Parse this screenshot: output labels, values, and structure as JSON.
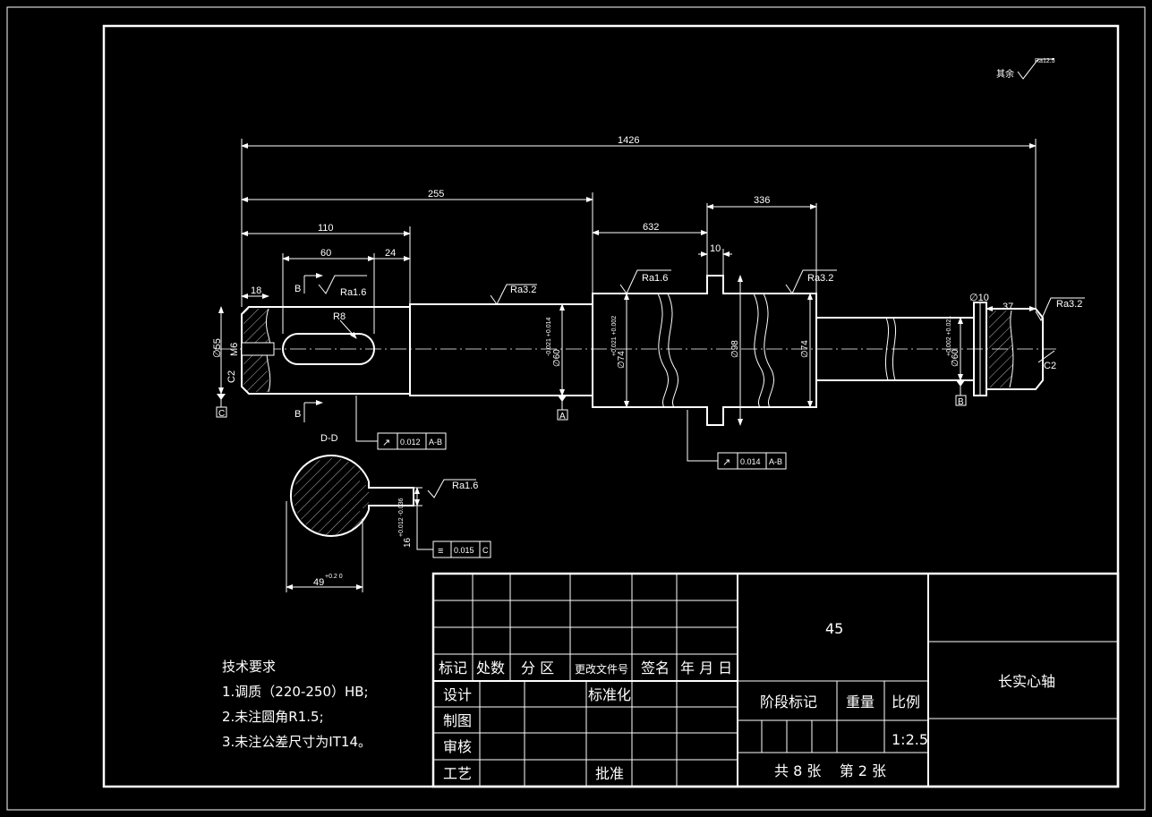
{
  "drawing": {
    "rough_other": "其余",
    "rough_other_value": "Ra12.5",
    "dims": {
      "total": "1426",
      "d255": "255",
      "d110": "110",
      "d60": "60",
      "d24": "24",
      "d18": "18",
      "d632": "632",
      "d10": "10",
      "d336": "336",
      "d37": "37",
      "phi10": "∅10",
      "r8": "R8",
      "phi55": "∅55",
      "m6": "M6",
      "c2_left": "C2",
      "c2_right": "C2",
      "phi60": "∅60",
      "phi60_tol": "-0.021 +0.014",
      "phi74k": "∅74",
      "phi74k_tol": "+0.021 +0.002",
      "phi98": "∅98",
      "phi74": "∅74",
      "phi60r": "∅60",
      "phi60r_tol": "+0.002 +0.021"
    },
    "roughness": {
      "keyway": "Ra1.6",
      "shaft_mid": "Ra3.2",
      "bearing": "Ra1.6",
      "collar_right": "Ra3.2",
      "right_end": "Ra3.2",
      "section": "Ra1.6"
    },
    "section": {
      "mark": "B",
      "title": "D-D",
      "width": "49",
      "width_tol": "+0.2 0",
      "depth": "16",
      "depth_tol": "+0.012 -0.036"
    },
    "datums": {
      "c": "C",
      "a": "A",
      "b": "B"
    },
    "tolerances": {
      "runout_left": {
        "symbol": "↗",
        "value": "0.012",
        "datum": "A-B"
      },
      "runout_mid": {
        "symbol": "↗",
        "value": "0.014",
        "datum": "A-B"
      },
      "symmetry": {
        "symbol": "≡",
        "value": "0.015",
        "datum": "C"
      }
    }
  },
  "tech": {
    "title": "技术要求",
    "items": [
      "1.调质（220-250）HB;",
      "2.未注圆角R1.5;",
      "3.未注公差尺寸为IT14。"
    ]
  },
  "title_block": {
    "material": "45",
    "part_name": "长实心轴",
    "headers": [
      "标记",
      "处数",
      "分 区",
      "更改文件号",
      "签名",
      "年 月 日"
    ],
    "row_labels": [
      "设计",
      "制图",
      "审核",
      "工艺"
    ],
    "standardization": "标准化",
    "approve": "批准",
    "stage_mark": "阶段标记",
    "weight": "重量",
    "scale_label": "比例",
    "scale": "1:2.5",
    "sheets": "共 8 张    第 2 张"
  }
}
